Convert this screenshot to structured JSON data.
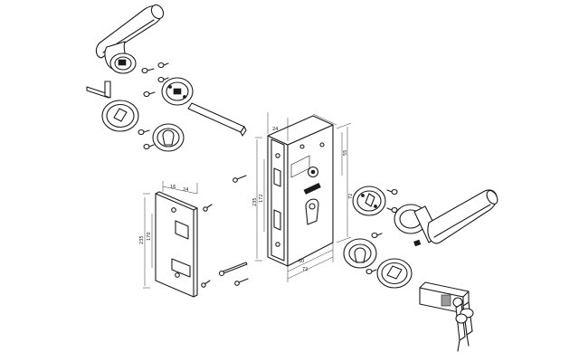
{
  "figure": {
    "kind": "exploded-view line drawing",
    "parts": [
      "upper-lever-handle",
      "upper-small-rosette",
      "upper-large-rosette",
      "allen-key",
      "grub-screws",
      "spindle",
      "lower-key-escutcheon",
      "lower-cylinder-escutcheon",
      "strike-plate",
      "forend-screws",
      "mortise-lock-body",
      "right-large-rosette",
      "right-lever-handle",
      "right-cylinder-escutcheon",
      "right-key-escutcheon",
      "euro-profile-cylinder",
      "keys"
    ]
  },
  "strike_dims": {
    "top_a": "16",
    "top_b": "24",
    "left_a": "235",
    "left_b": "170"
  },
  "lock_dims": {
    "height_total": "235",
    "height_upper": "172",
    "backset": "72",
    "depth": "60",
    "right_a": "55",
    "right_b": "72",
    "face_width": "24"
  }
}
